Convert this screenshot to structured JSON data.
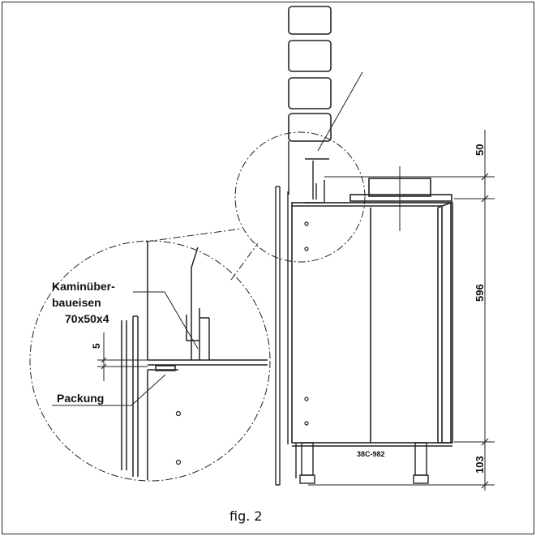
{
  "labels": {
    "flue_iron_line1": "Kaminüber-",
    "flue_iron_line2": "baueisen",
    "flue_iron_size": "70x50x4",
    "gap": "5",
    "gasket": "Packung",
    "model_code": "38C-982"
  },
  "dimensions": {
    "top": "50",
    "body_height": "596",
    "legs": "103"
  },
  "caption": "fig. 2"
}
